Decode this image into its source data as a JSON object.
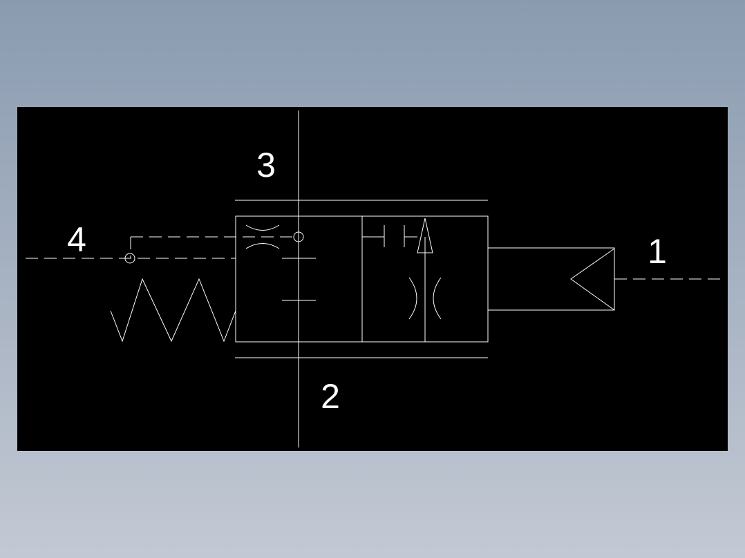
{
  "colors": {
    "background_top": "#8a9bb0",
    "background_bottom": "#c3c9d4",
    "canvas": "#000000",
    "linework": "#ffffff"
  },
  "ports": {
    "port_1": "1",
    "port_2": "2",
    "port_3": "3",
    "port_4": "4"
  }
}
